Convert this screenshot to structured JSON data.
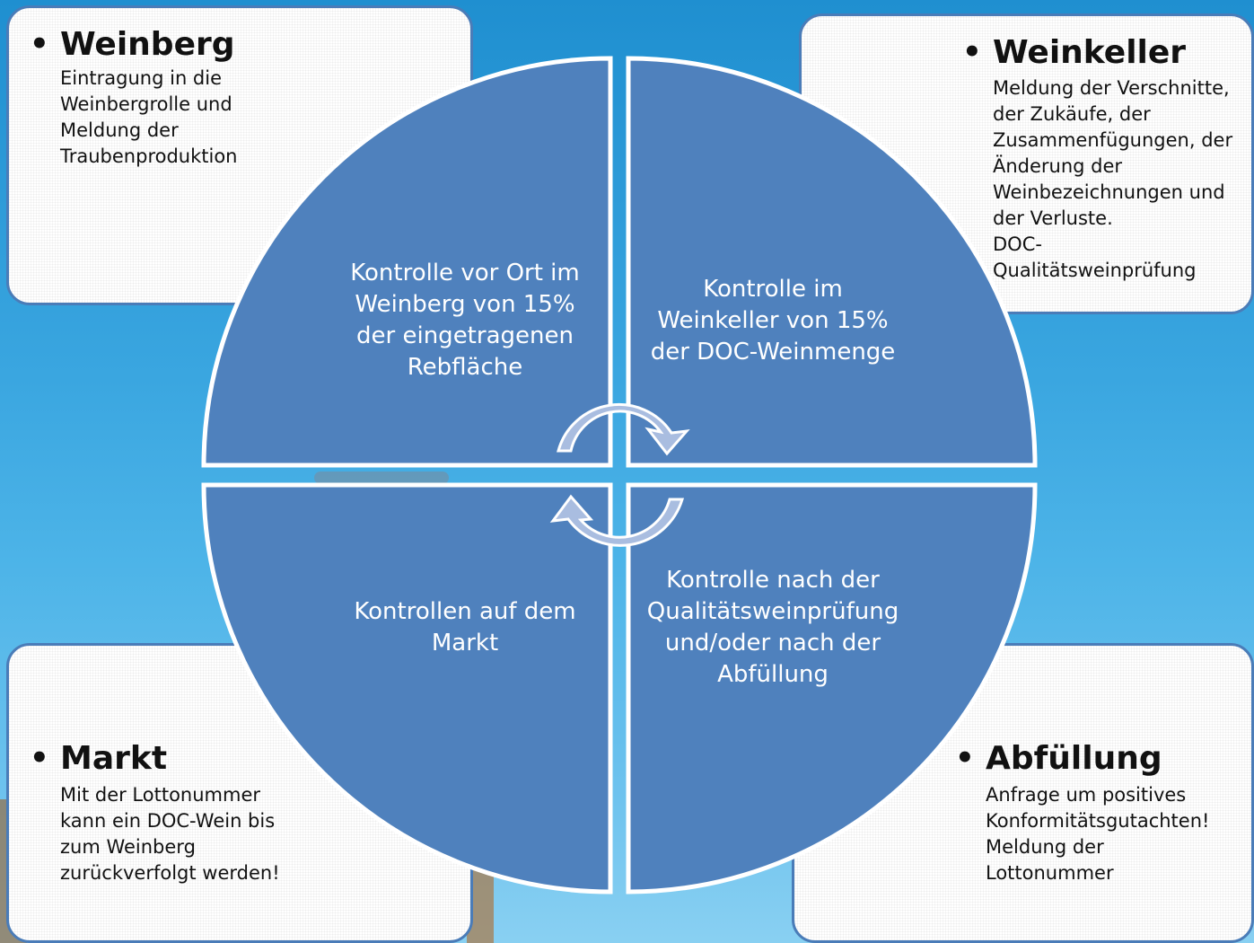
{
  "colors": {
    "quadrant_fill": "#4f81bd",
    "quadrant_stroke": "#ffffff",
    "arrow_fill": "#a9bde0",
    "box_border": "#4a7cb8"
  },
  "boxes": {
    "weinberg": {
      "title": "Weinberg",
      "text": "Eintragung in die\nWeinbergrolle und\nMeldung der\nTraubenproduktion"
    },
    "weinkeller": {
      "title": "Weinkeller",
      "text": "Meldung der Verschnitte,\nder Zukäufe, der\nZusammenfügungen, der\nÄnderung der\nWeinbezeichnungen und\nder Verluste.\nDOC-\nQualitätsweinprüfung"
    },
    "markt": {
      "title": "Markt",
      "text": "Mit der Lottonummer\nkann ein DOC-Wein bis\nzum Weinberg\nzurückverfolgt werden!"
    },
    "abfuellung": {
      "title": "Abfüllung",
      "text": "Anfrage um positives\nKonformitätsgutachten!\nMeldung der\nLottonummer"
    }
  },
  "quadrants": {
    "top_left": "Kontrolle vor Ort  im\nWeinberg von 15%\nder eingetragenen\nRebfläche",
    "top_right": "Kontrolle im\nWeinkeller von 15%\nder DOC-Weinmenge",
    "bottom_left": "Kontrollen auf dem\nMarkt",
    "bottom_right": "Kontrolle nach der\nQualitätsweinprüfung\nund/oder nach der\nAbfüllung"
  },
  "icons": {
    "cycle_arrow_top": "cycle-arrow-clockwise",
    "cycle_arrow_bottom": "cycle-arrow-clockwise"
  }
}
